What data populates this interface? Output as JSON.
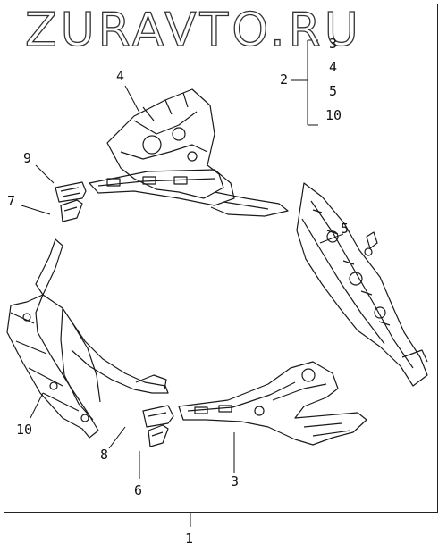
{
  "watermark": "ZURAVTO.RU",
  "callouts": {
    "c1": "1",
    "c2": "2",
    "c3_top": "3",
    "c4_top": "4",
    "c5_top": "5",
    "c10_top": "10",
    "c4": "4",
    "c5": "5",
    "c9": "9",
    "c7": "7",
    "c10": "10",
    "c8": "8",
    "c6": "6",
    "c3": "3"
  },
  "parts": [
    "front-upper-panel-assembly",
    "left-side-rail-assembly",
    "right-side-rail-assembly",
    "radiator-support-frame",
    "bracket-9",
    "bracket-7",
    "bracket-8",
    "bracket-6"
  ]
}
